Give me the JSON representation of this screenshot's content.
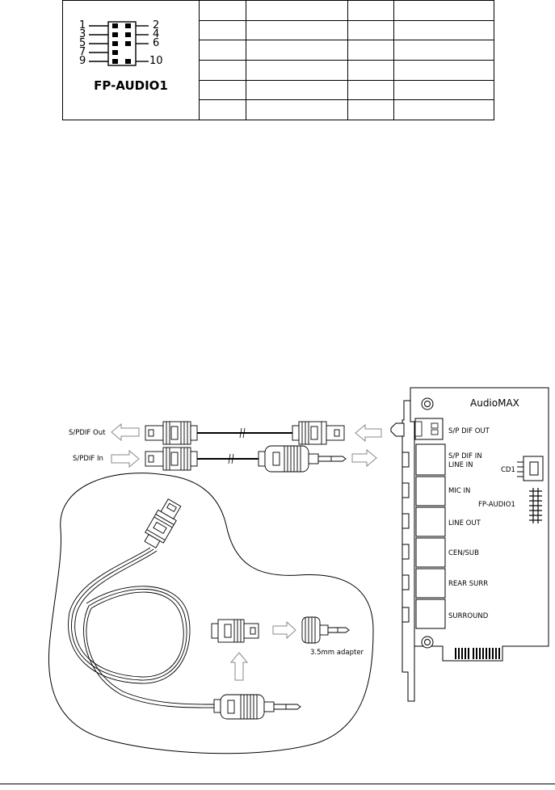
{
  "connector": {
    "name": "FP-AUDIO1",
    "pin_labels": [
      "1",
      "2",
      "3",
      "4",
      "5",
      "6",
      "7",
      "9",
      "10"
    ]
  },
  "pin_table": {
    "rows": [
      [
        "",
        "",
        "",
        ""
      ],
      [
        "",
        "",
        "",
        ""
      ],
      [
        "",
        "",
        "",
        ""
      ],
      [
        "",
        "",
        "",
        ""
      ],
      [
        "",
        "",
        "",
        ""
      ],
      [
        "",
        "",
        "",
        ""
      ]
    ]
  },
  "diagram": {
    "card_title": "AudioMAX",
    "ports": [
      "S/P DIF OUT",
      "S/P DIF IN",
      "LINE IN",
      "MIC IN",
      "LINE OUT",
      "CEN/SUB",
      "REAR SURR",
      "SURROUND"
    ],
    "cd_label": "CD1",
    "header_label": "FP-AUDIO1",
    "spdif_out_label": "S/PDIF Out",
    "spdif_in_label": "S/PDIF In",
    "adapter_label": "3.5mm adapter"
  }
}
